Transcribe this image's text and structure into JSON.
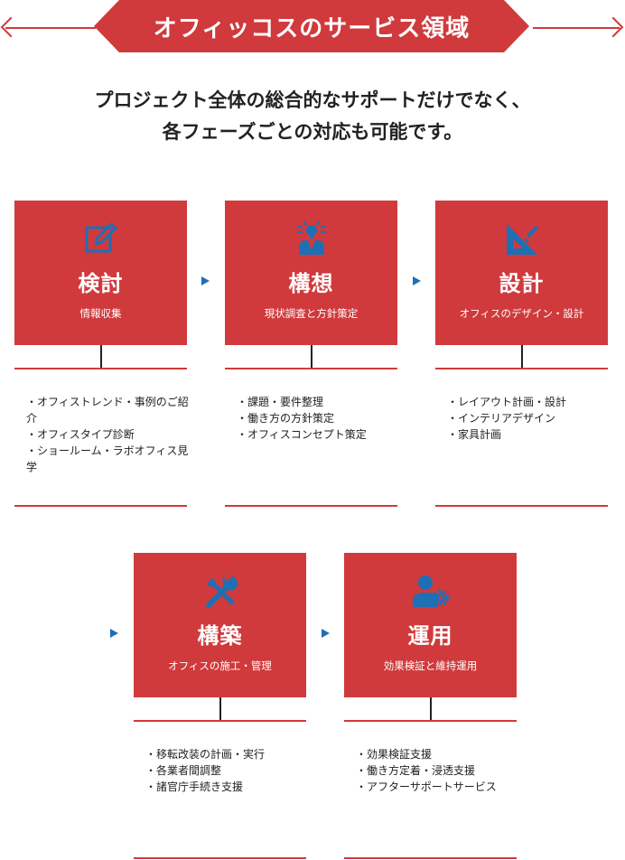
{
  "header": {
    "title": "オフィッコスのサービス領域"
  },
  "intro": {
    "line1": "プロジェクト全体の総合的なサポートだけでなく、",
    "line2": "各フェーズごとの対応も可能です。"
  },
  "colors": {
    "accent": "#d03a3c",
    "icon": "#1f6fb5",
    "text": "#222222"
  },
  "phases": [
    {
      "icon": "edit-icon",
      "title": "検討",
      "subtitle": "情報収集",
      "items": [
        "・オフィストレンド・事例のご紹介",
        "・オフィスタイプ診断",
        "・ショールーム・ラボオフィス見学"
      ]
    },
    {
      "icon": "idea-person-icon",
      "title": "構想",
      "subtitle": "現状調査と方針策定",
      "items": [
        "・課題・要件整理",
        "・働き方の方針策定",
        "・オフィスコンセプト策定"
      ]
    },
    {
      "icon": "drafting-tools-icon",
      "title": "設計",
      "subtitle": "オフィスのデザイン・設計",
      "items": [
        "・レイアウト計画・設計",
        "・インテリアデザイン",
        "・家具計画"
      ]
    },
    {
      "icon": "tools-icon",
      "title": "構築",
      "subtitle": "オフィスの施工・管理",
      "items": [
        "・移転改装の計画・実行",
        "・各業者間調整",
        "・諸官庁手続き支援"
      ]
    },
    {
      "icon": "user-gear-icon",
      "title": "運用",
      "subtitle": "効果検証と維持運用",
      "items": [
        "・効果検証支援",
        "・働き方定着・浸透支援",
        "・アフターサポートサービス"
      ]
    }
  ]
}
